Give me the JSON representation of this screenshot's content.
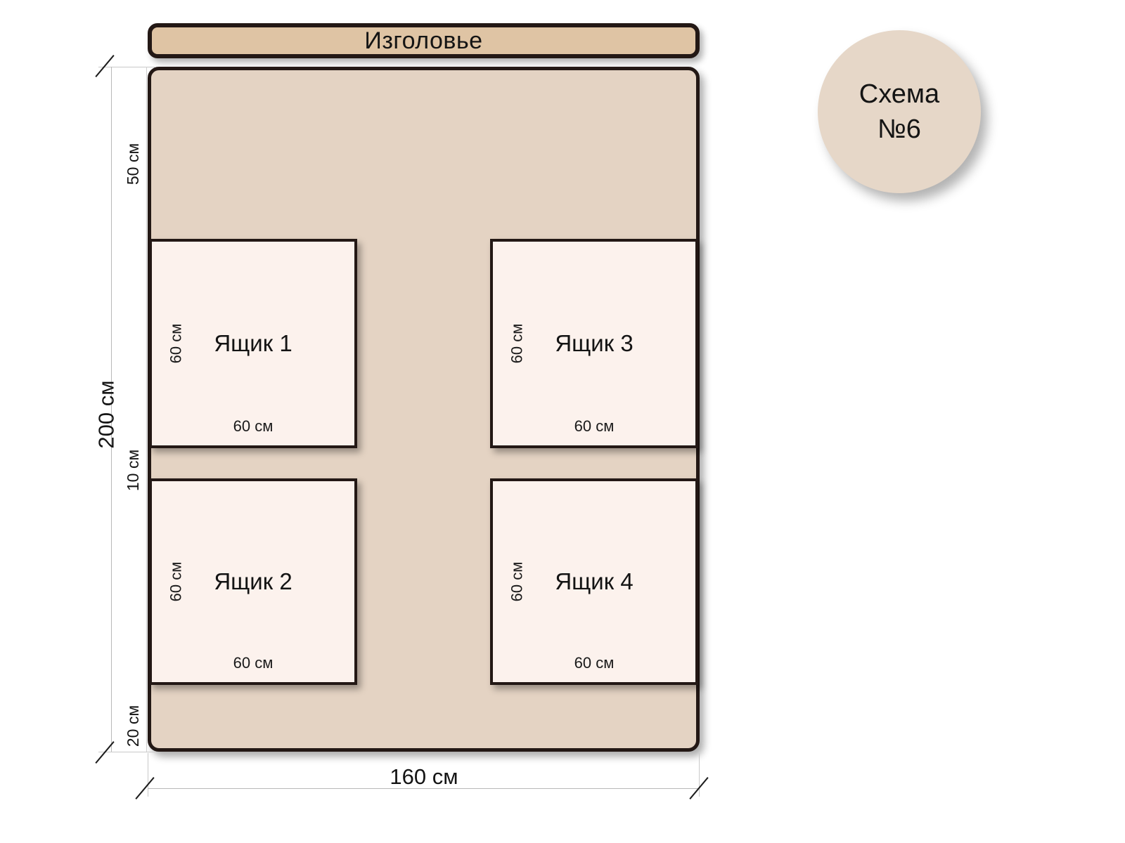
{
  "headboard": {
    "label": "Изголовье"
  },
  "badge": {
    "line1": "Схема",
    "line2": "№6"
  },
  "bed": {
    "total_height_label": "200 см",
    "total_width_label": "160 см",
    "segments": [
      {
        "name": "top-margin",
        "label": "50 см"
      },
      {
        "name": "middle-gap",
        "label": "10 см"
      },
      {
        "name": "bottom-margin",
        "label": "20 см"
      }
    ]
  },
  "drawers": [
    {
      "id": 1,
      "name": "Ящик 1",
      "width_label": "60 см",
      "height_label": "60 см"
    },
    {
      "id": 2,
      "name": "Ящик 2",
      "width_label": "60 см",
      "height_label": "60 см"
    },
    {
      "id": 3,
      "name": "Ящик 3",
      "width_label": "60 см",
      "height_label": "60 см"
    },
    {
      "id": 4,
      "name": "Ящик 4",
      "width_label": "60 см",
      "height_label": "60 см"
    }
  ],
  "colors": {
    "bed_fill": "#E4D3C3",
    "headboard_fill": "#DFC4A4",
    "drawer_fill": "#FCF2ED",
    "badge_fill": "#E6D7C8",
    "outline": "#231815",
    "dimension_line": "#b9b9b9",
    "background": "#ffffff"
  },
  "chart_data": {
    "type": "diagram",
    "title": "Схема №6",
    "units": "см",
    "bed": {
      "width": 160,
      "length": 200
    },
    "headboard": {
      "label": "Изголовье",
      "spans_full_width": true
    },
    "vertical_segments": [
      {
        "label": "50 см",
        "value": 50,
        "from": "bed-top",
        "to": "drawer-row-1-top"
      },
      {
        "label": "60 см",
        "value": 60,
        "from": "drawer-row-1-top",
        "to": "drawer-row-1-bottom"
      },
      {
        "label": "10 см",
        "value": 10,
        "from": "drawer-row-1-bottom",
        "to": "drawer-row-2-top"
      },
      {
        "label": "60 см",
        "value": 60,
        "from": "drawer-row-2-top",
        "to": "drawer-row-2-bottom"
      },
      {
        "label": "20 см",
        "value": 20,
        "from": "drawer-row-2-bottom",
        "to": "bed-bottom"
      }
    ],
    "drawers": [
      {
        "name": "Ящик 1",
        "width": 60,
        "height": 60,
        "row": 1,
        "column": "left"
      },
      {
        "name": "Ящик 2",
        "width": 60,
        "height": 60,
        "row": 2,
        "column": "left"
      },
      {
        "name": "Ящик 3",
        "width": 60,
        "height": 60,
        "row": 1,
        "column": "right"
      },
      {
        "name": "Ящик 4",
        "width": 60,
        "height": 60,
        "row": 2,
        "column": "right"
      }
    ]
  }
}
